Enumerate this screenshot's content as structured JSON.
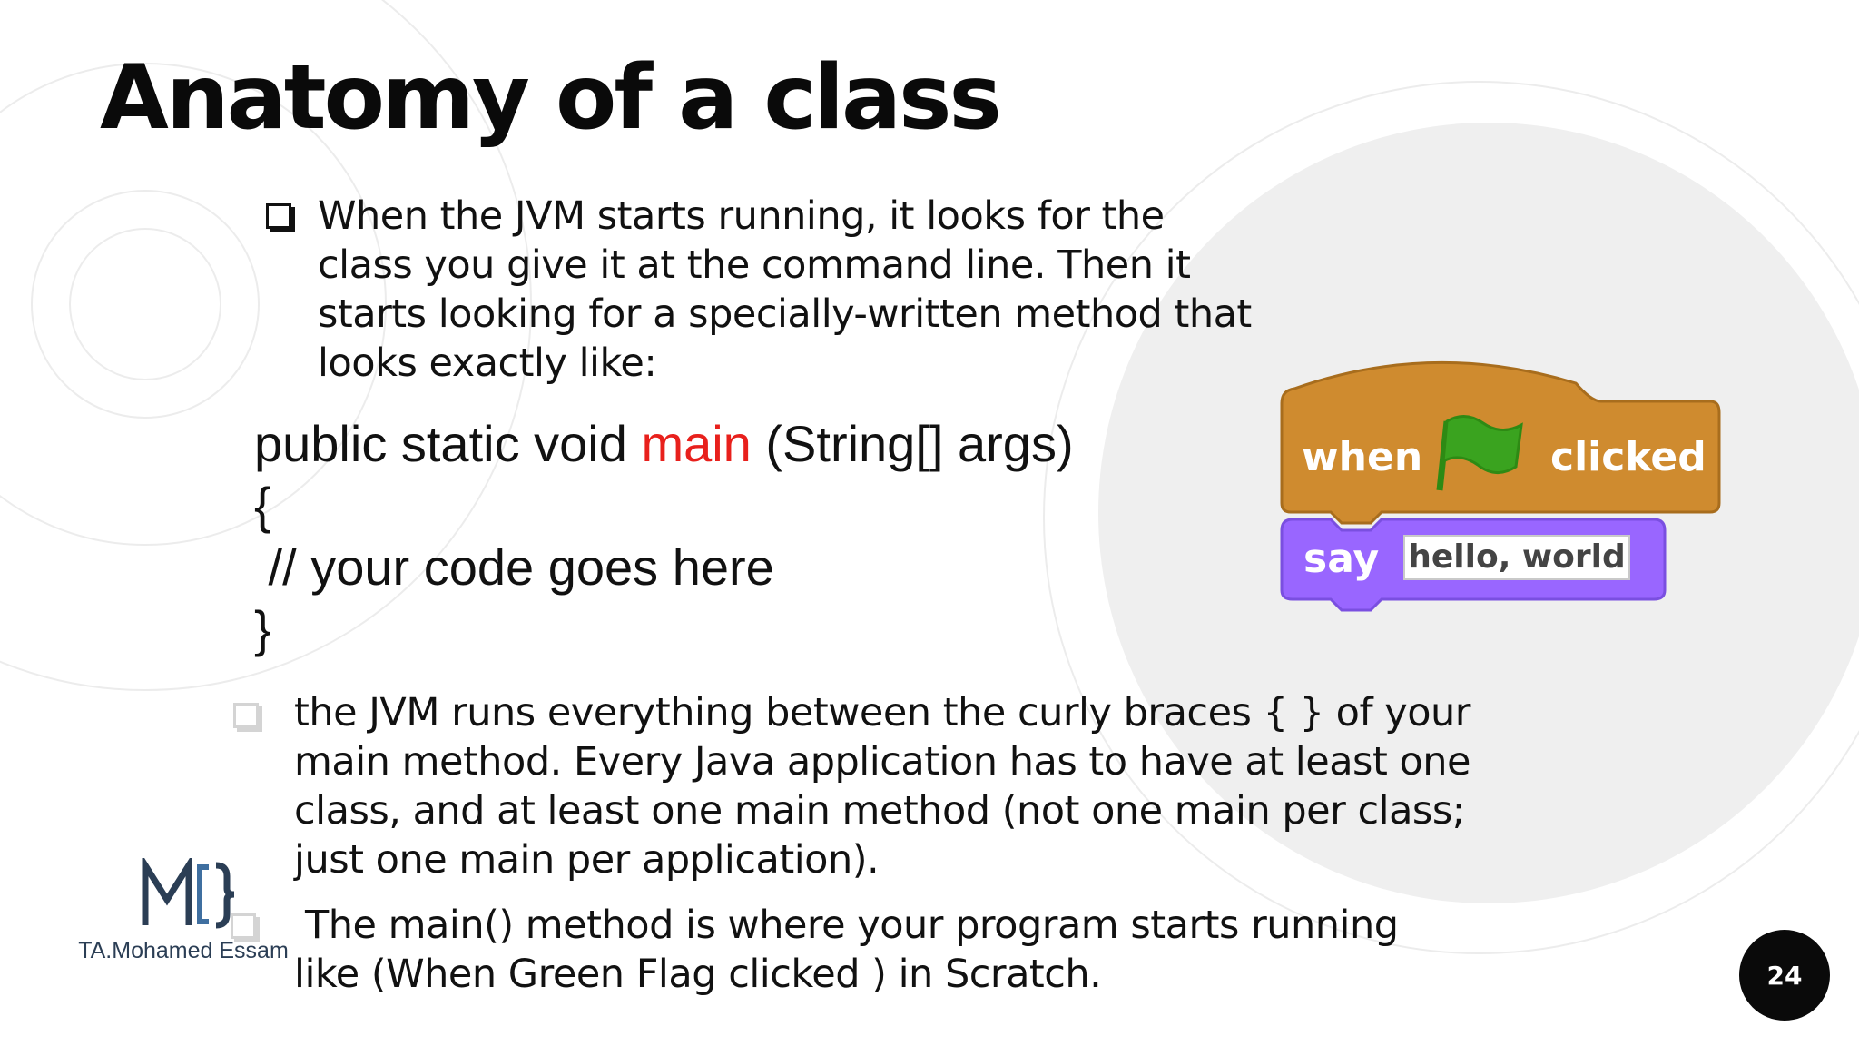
{
  "slide": {
    "title": "Anatomy of a class",
    "page_number": "24"
  },
  "bullets": [
    {
      "text": "When the JVM starts running, it looks for the class you give it at the command line. Then it starts looking for a specially-written method that looks exactly like:"
    },
    {
      "text": "the JVM runs everything between the curly braces { } of your main method. Every Java application has to have at least one class, and at least one main method (not one main per class; just one main per application)."
    },
    {
      "line1": "The main() method is where your program starts running",
      "line2": "like  (When Green Flag clicked ) in Scratch."
    }
  ],
  "code": {
    "signature_before": "public static void ",
    "signature_main": "main",
    "signature_after": " (String[] args)",
    "open_brace": "{",
    "comment": " // your code goes here",
    "close_brace": "}"
  },
  "scratch_block": {
    "hat_when": "when",
    "hat_clicked": "clicked",
    "say_label": "say",
    "say_value": "hello, world",
    "hat_color": "#cf8b2f",
    "say_color": "#9966ff",
    "flag_color": "#3aa31f"
  },
  "logo": {
    "author": "TA.Mohamed Essam"
  },
  "colors": {
    "accent_red": "#e8201c",
    "background_circle": "#efefef"
  }
}
